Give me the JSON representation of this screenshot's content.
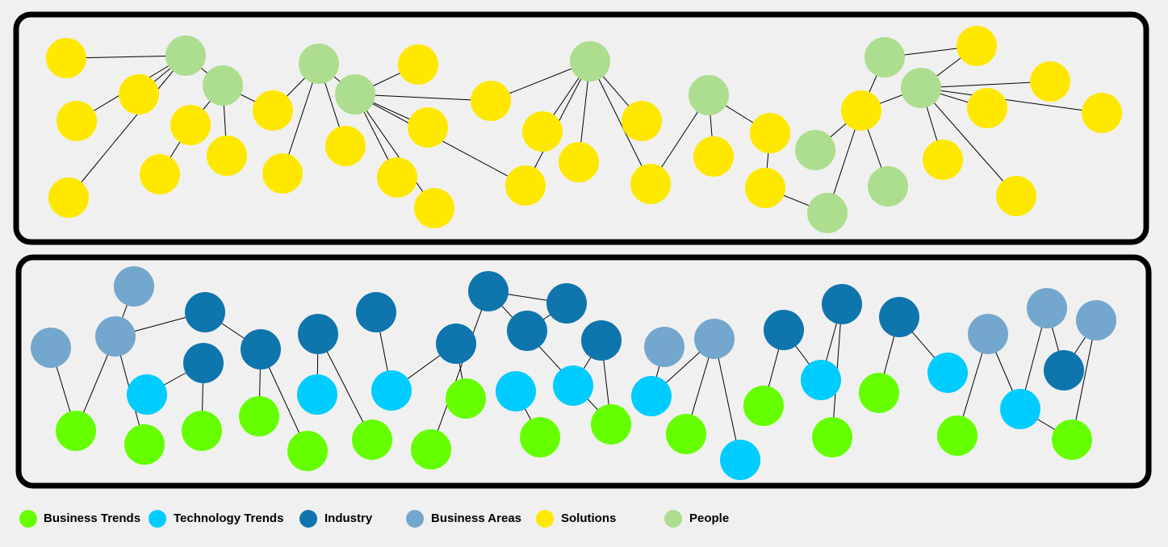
{
  "colors": {
    "business_trends": "#66ff00",
    "technology_trends": "#00ccff",
    "industry": "#0f75ad",
    "business_areas": "#74a7cd",
    "solutions": "#ffe800",
    "people": "#addd8e",
    "edge": "#000000",
    "panel_border": "#000000",
    "background": "#f0f0f0"
  },
  "legend": {
    "business_trends": "Business Trends",
    "technology_trends": "Technology Trends",
    "industry": "Industry",
    "business_areas": "Business Areas",
    "solutions": "Solutions",
    "people": "People"
  }
}
